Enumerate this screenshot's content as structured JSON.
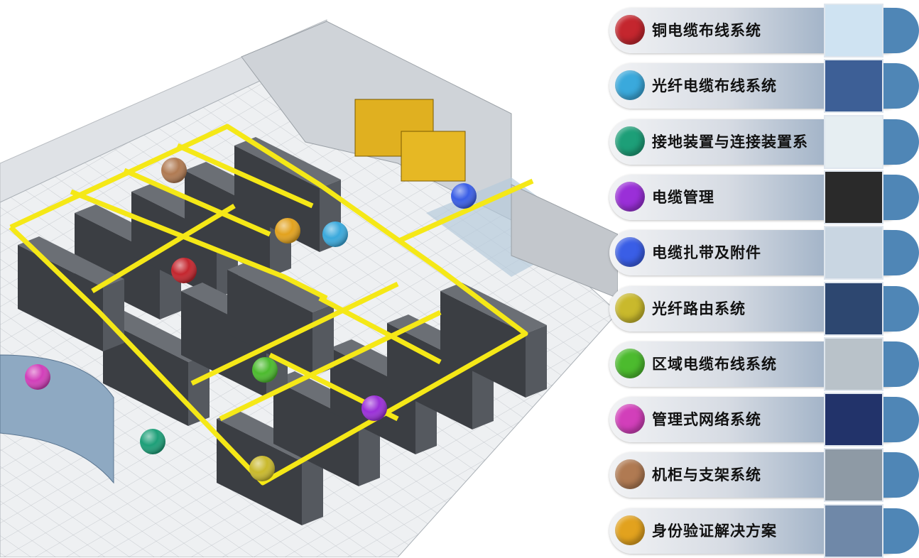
{
  "legend": {
    "items": [
      {
        "label": "铜电缆布线系统",
        "color": "#c4262e",
        "thumb": "#cfe3f2"
      },
      {
        "label": "光纤电缆布线系统",
        "color": "#3aa9dc",
        "thumb": "#3d5f96"
      },
      {
        "label": "接地装置与连接装置系",
        "color": "#1d9f78",
        "thumb": "#e6eef2"
      },
      {
        "label": "电缆管理",
        "color": "#9a2fd8",
        "thumb": "#2a2a2a"
      },
      {
        "label": "电缆扎带及附件",
        "color": "#3a5ee6",
        "thumb": "#c9d6e2"
      },
      {
        "label": "光纤路由系统",
        "color": "#c9b92c",
        "thumb": "#2d4770"
      },
      {
        "label": "区域电缆布线系统",
        "color": "#4cbb2e",
        "thumb": "#b9c2c9"
      },
      {
        "label": "管理式网络系统",
        "color": "#d23fba",
        "thumb": "#22336a"
      },
      {
        "label": "机柜与支架系统",
        "color": "#b07a52",
        "thumb": "#8e9aa5"
      },
      {
        "label": "身份验证解决方案",
        "color": "#e2a21e",
        "thumb": "#6f88a8"
      }
    ]
  },
  "markers": [
    {
      "system": "机柜与支架系统",
      "color": "#b07a52"
    },
    {
      "system": "身份验证解决方案",
      "color": "#e2a21e"
    },
    {
      "system": "光纤电缆布线系统",
      "color": "#3aa9dc"
    },
    {
      "system": "电缆扎带及附件",
      "color": "#3a5ee6"
    },
    {
      "system": "铜电缆布线系统",
      "color": "#c4262e"
    },
    {
      "system": "区域电缆布线系统",
      "color": "#4cbb2e"
    },
    {
      "system": "电缆管理",
      "color": "#9a2fd8"
    },
    {
      "system": "管理式网络系统",
      "color": "#d23fba"
    },
    {
      "system": "接地装置与连接装置系",
      "color": "#1d9f78"
    },
    {
      "system": "光纤路由系统",
      "color": "#c9b92c"
    }
  ]
}
